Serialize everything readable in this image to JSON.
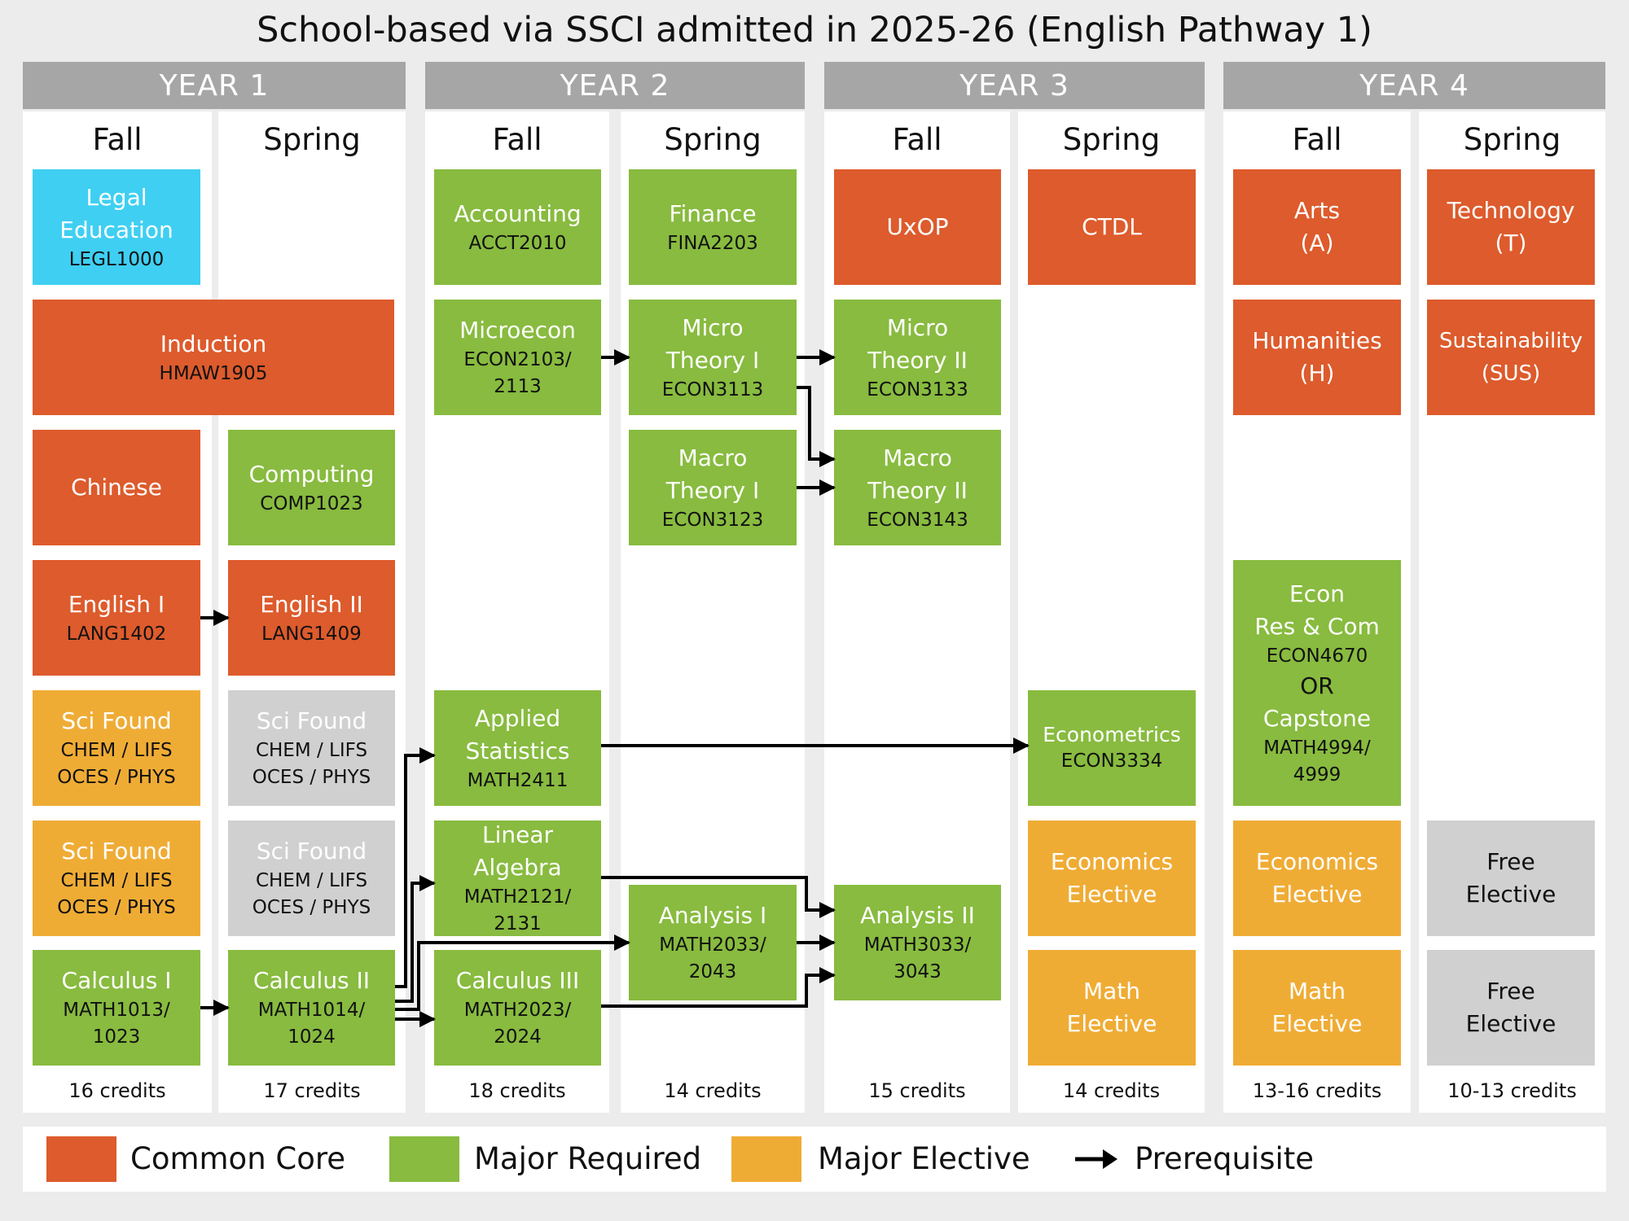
{
  "title": "School-based via SSCI admitted in 2025-26 (English Pathway 1)",
  "years": [
    "YEAR 1",
    "YEAR 2",
    "YEAR 3",
    "YEAR 4"
  ],
  "semesters": [
    "Fall",
    "Spring",
    "Fall",
    "Spring",
    "Fall",
    "Spring",
    "Fall",
    "Spring"
  ],
  "credits": [
    "16 credits",
    "17 credits",
    "18 credits",
    "14 credits",
    "15 credits",
    "14 credits",
    "13-16 credits",
    "10-13 credits"
  ],
  "colors": {
    "common_core": "#dd5b2c",
    "major_required": "#88bb3f",
    "major_elective": "#efac35",
    "other": "#d0d0d0",
    "legal": "#3fcff2",
    "year_header": "#a6a6a6"
  },
  "courses": {
    "legal": {
      "name": "Legal Education",
      "code": "LEGL1000"
    },
    "induction": {
      "name": "Induction",
      "code": "HMAW1905"
    },
    "chinese": {
      "name": "Chinese"
    },
    "english1": {
      "name": "English I",
      "code": "LANG1402"
    },
    "scifound1a": {
      "name": "Sci Found",
      "code": "CHEM / LIFS",
      "code2": "OCES / PHYS"
    },
    "scifound1b": {
      "name": "Sci Found",
      "code": "CHEM / LIFS",
      "code2": "OCES / PHYS"
    },
    "calc1": {
      "name": "Calculus I",
      "code": "MATH1013/",
      "code2": "1023"
    },
    "computing": {
      "name": "Computing",
      "code": "COMP1023"
    },
    "english2": {
      "name": "English II",
      "code": "LANG1409"
    },
    "scifound2a": {
      "name": "Sci Found",
      "code": "CHEM / LIFS",
      "code2": "OCES / PHYS"
    },
    "scifound2b": {
      "name": "Sci Found",
      "code": "CHEM / LIFS",
      "code2": "OCES / PHYS"
    },
    "calc2": {
      "name": "Calculus II",
      "code": "MATH1014/",
      "code2": "1024"
    },
    "accounting": {
      "name": "Accounting",
      "code": "ACCT2010"
    },
    "microecon": {
      "name": "Microecon",
      "code": "ECON2103/",
      "code2": "2113"
    },
    "appliedstats": {
      "name1": "Applied",
      "name2": "Statistics",
      "code": "MATH2411"
    },
    "linalg": {
      "name1": "Linear",
      "name2": "Algebra",
      "code": "MATH2121/",
      "code2": "2131"
    },
    "calc3": {
      "name": "Calculus III",
      "code": "MATH2023/",
      "code2": "2024"
    },
    "finance": {
      "name": "Finance",
      "code": "FINA2203"
    },
    "micro1": {
      "name1": "Micro",
      "name2": "Theory I",
      "code": "ECON3113"
    },
    "macro1": {
      "name1": "Macro",
      "name2": "Theory I",
      "code": "ECON3123"
    },
    "analysis1": {
      "name": "Analysis I",
      "code": "MATH2033/",
      "code2": "2043"
    },
    "uxop": {
      "name": "UxOP"
    },
    "micro2": {
      "name1": "Micro",
      "name2": "Theory II",
      "code": "ECON3133"
    },
    "macro2": {
      "name1": "Macro",
      "name2": "Theory II",
      "code": "ECON3143"
    },
    "analysis2": {
      "name": "Analysis II",
      "code": "MATH3033/",
      "code2": "3043"
    },
    "ctdl": {
      "name": "CTDL"
    },
    "econometrics": {
      "name": "Econometrics",
      "code": "ECON3334"
    },
    "econelec3": {
      "name1": "Economics",
      "name2": "Elective"
    },
    "mathelec3": {
      "name1": "Math",
      "name2": "Elective"
    },
    "arts": {
      "name1": "Arts",
      "name2": "(A)"
    },
    "humanities": {
      "name1": "Humanities",
      "name2": "(H)"
    },
    "capstone": {
      "line1": "Econ",
      "line2": "Res & Com",
      "code": "ECON4670",
      "or": "OR",
      "line3": "Capstone",
      "code2": "MATH4994/",
      "code3": "4999"
    },
    "econelec4": {
      "name1": "Economics",
      "name2": "Elective"
    },
    "mathelec4": {
      "name1": "Math",
      "name2": "Elective"
    },
    "technology": {
      "name1": "Technology",
      "name2": "(T)"
    },
    "sustain": {
      "name1": "Sustainability",
      "name2": "(SUS)"
    },
    "free1": {
      "name1": "Free",
      "name2": "Elective"
    },
    "free2": {
      "name1": "Free",
      "name2": "Elective"
    }
  },
  "legend": {
    "common_core": "Common Core",
    "major_required": "Major Required",
    "major_elective": "Major Elective",
    "prerequisite": "Prerequisite"
  }
}
